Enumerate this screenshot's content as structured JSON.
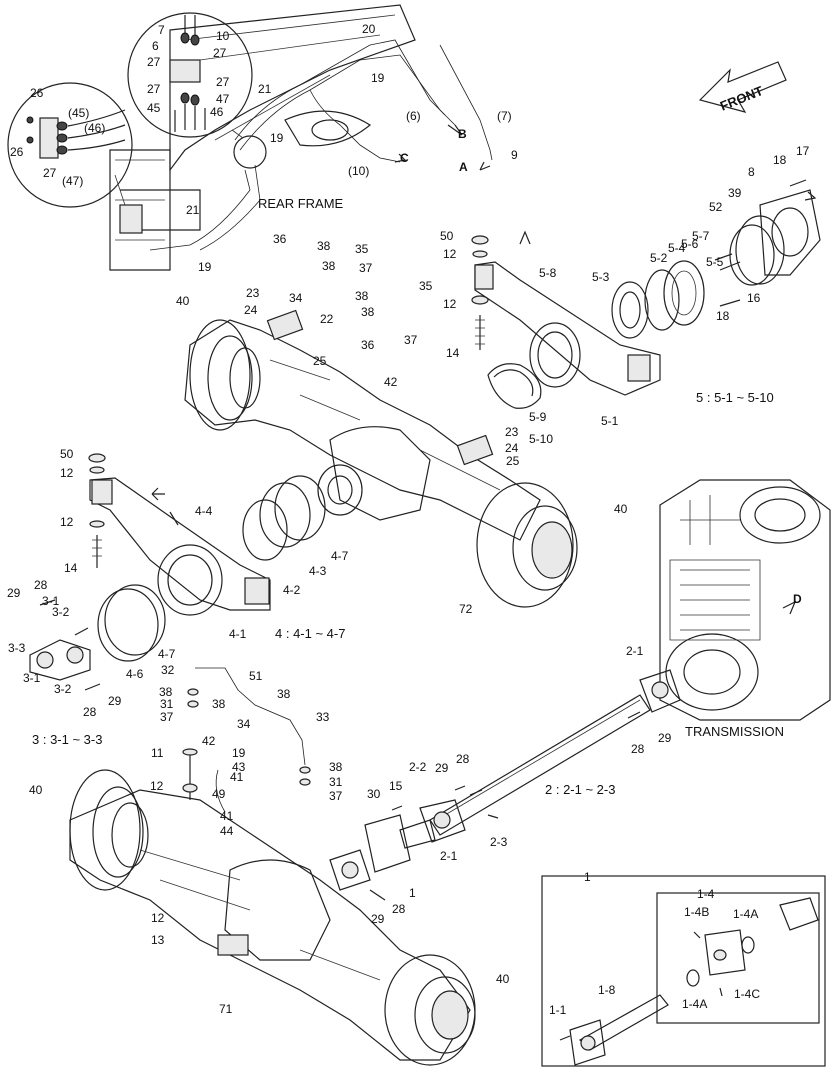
{
  "captions": {
    "front": "FRONT",
    "rear_frame": "REAR FRAME",
    "transmission": "TRANSMISSION"
  },
  "group_notes": {
    "group5": "5 : 5-1 ~ 5-10",
    "group4": "4 : 4-1 ~ 4-7",
    "group3": "3 : 3-1 ~ 3-3",
    "group2": "2 : 2-1 ~ 2-3"
  },
  "inset_labels": {
    "box": "1",
    "sub": "1-4",
    "l_1_4b": "1-4B",
    "l_1_4a_top": "1-4A",
    "l_1_4a_bottom": "1-4A",
    "l_1_4c": "1-4C",
    "l_1_8": "1-8",
    "l_1_1": "1-1"
  },
  "flow_markers": [
    "A",
    "B",
    "C",
    "D"
  ],
  "part_numbers": [
    "26",
    "(45)",
    "(46)",
    "26",
    "27",
    "(47)",
    "7",
    "10",
    "6",
    "27",
    "27",
    "27",
    "27",
    "47",
    "45",
    "46",
    "20",
    "19",
    "21",
    "19",
    "(6)",
    "(7)",
    "9",
    "(10)",
    "21",
    "19",
    "18",
    "17",
    "8",
    "39",
    "52",
    "5-7",
    "5-4",
    "5-6",
    "5-5",
    "5-2",
    "5-3",
    "16",
    "18",
    "50",
    "12",
    "5-8",
    "12",
    "14",
    "5-9",
    "5-10",
    "5-1",
    "36",
    "38",
    "35",
    "38",
    "37",
    "34",
    "38",
    "35",
    "22",
    "38",
    "37",
    "36",
    "23",
    "24",
    "25",
    "40",
    "42",
    "23",
    "24",
    "25",
    "40",
    "72",
    "50",
    "12",
    "4-4",
    "12",
    "14",
    "4-7",
    "4-3",
    "4-2",
    "4-6",
    "4-7",
    "4-1",
    "28",
    "29",
    "3-1",
    "3-2",
    "3-3",
    "3-1",
    "3-2",
    "28",
    "29",
    "32",
    "51",
    "38",
    "38",
    "38",
    "31",
    "37",
    "34",
    "33",
    "11",
    "42",
    "19",
    "43",
    "41",
    "49",
    "41",
    "44",
    "12",
    "40",
    "38",
    "31",
    "37",
    "12",
    "13",
    "71",
    "30",
    "15",
    "2-2",
    "29",
    "28",
    "2-1",
    "2-3",
    "1",
    "29",
    "28",
    "2-1",
    "28",
    "29",
    "40"
  ]
}
